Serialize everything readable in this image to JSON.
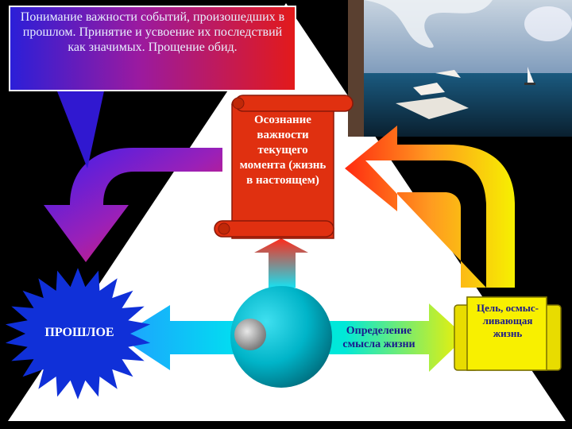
{
  "callout": {
    "text": "Понимание важности событий, произошедших в прошлом. Принятие и усвоение их последствий как значимых. Прощение обид."
  },
  "present_scroll": {
    "text": "Осознание важности текущего момента (жизнь в настоящем)"
  },
  "past": {
    "label": "ПРОШЛОЕ"
  },
  "meaning": {
    "label": "Определение смысла жизни"
  },
  "goal_scroll": {
    "text": "Цель, осмыс-ливающая жизнь"
  },
  "colors": {
    "background": "#000000",
    "triangle": "#ffffff",
    "callout_fill": "#d81818",
    "starburst": "#1030d8",
    "sphere": "#00b8c8",
    "scroll_red": "#e03010",
    "scroll_yellow": "#f8f000",
    "text_dark_blue": "#1a1a8c"
  },
  "icons": {
    "photo": "sea-sailboat-photo",
    "sphere": "cyan-sphere-icon",
    "burst": "blue-starburst-icon"
  }
}
